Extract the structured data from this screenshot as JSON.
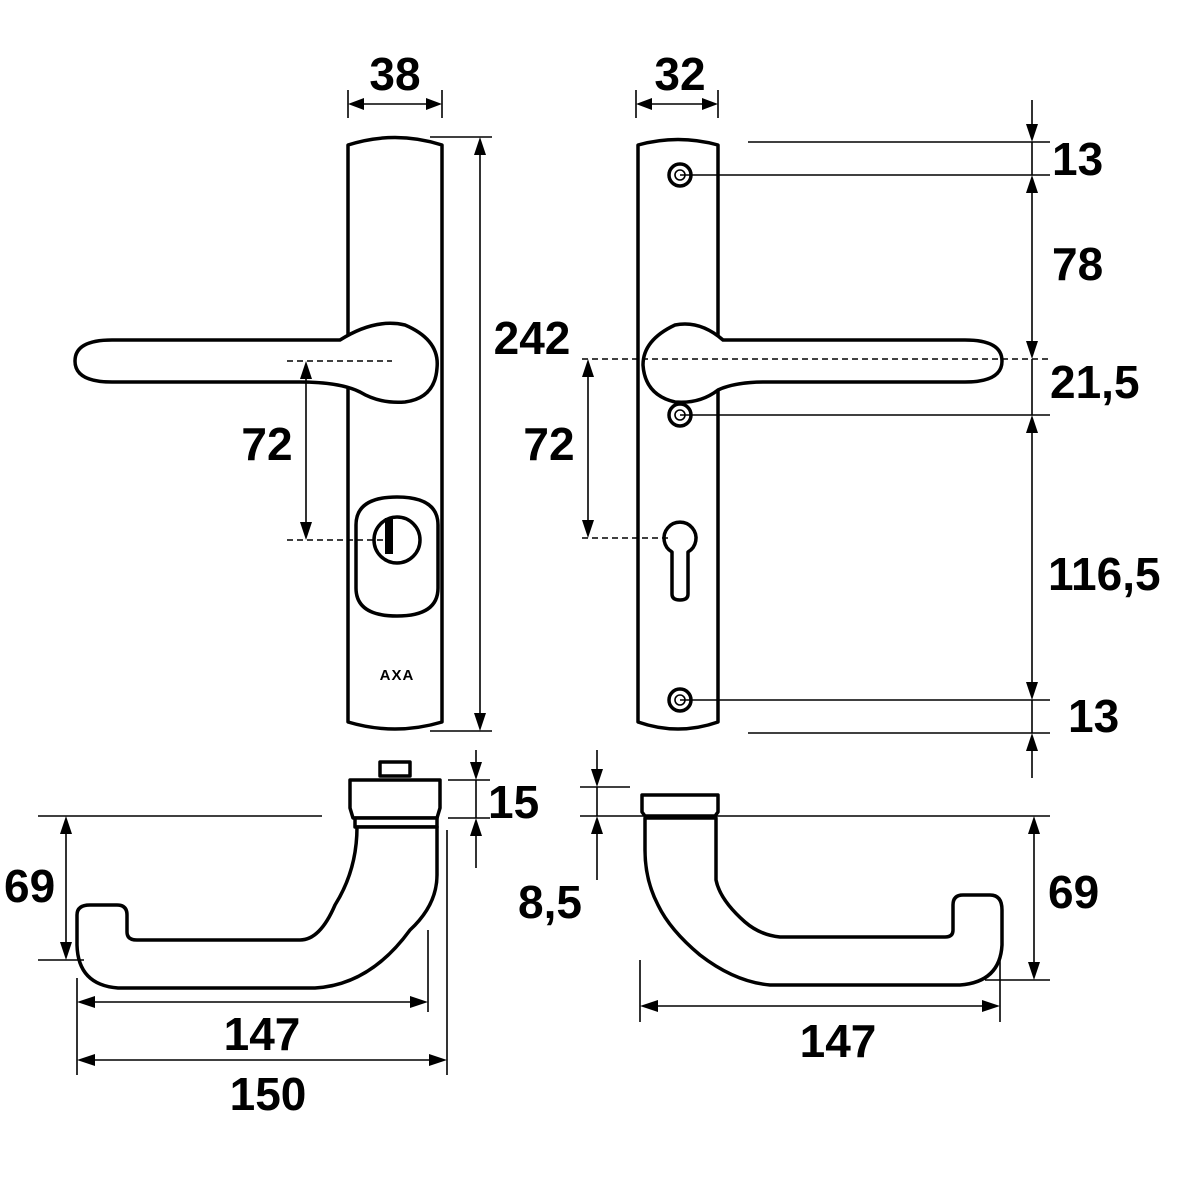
{
  "brand_mark": "AXA",
  "front_view": {
    "plate_width": "38",
    "plate_height": "242",
    "handle_to_lock": "72"
  },
  "rear_view": {
    "plate_width": "32",
    "top_to_screw": "13",
    "screw_to_spindle": "78",
    "spindle_to_screw": "21,5",
    "handle_to_lock": "72",
    "screw_to_screw": "116,5",
    "screw_to_bottom": "13"
  },
  "side_view_left": {
    "rosette_height": "15",
    "handle_depth": "69",
    "handle_length": "147",
    "overall_length": "150"
  },
  "side_view_right": {
    "rosette_height": "8,5",
    "handle_depth": "69",
    "handle_length": "147"
  },
  "colors": {
    "line": "#000000",
    "background": "#ffffff"
  }
}
